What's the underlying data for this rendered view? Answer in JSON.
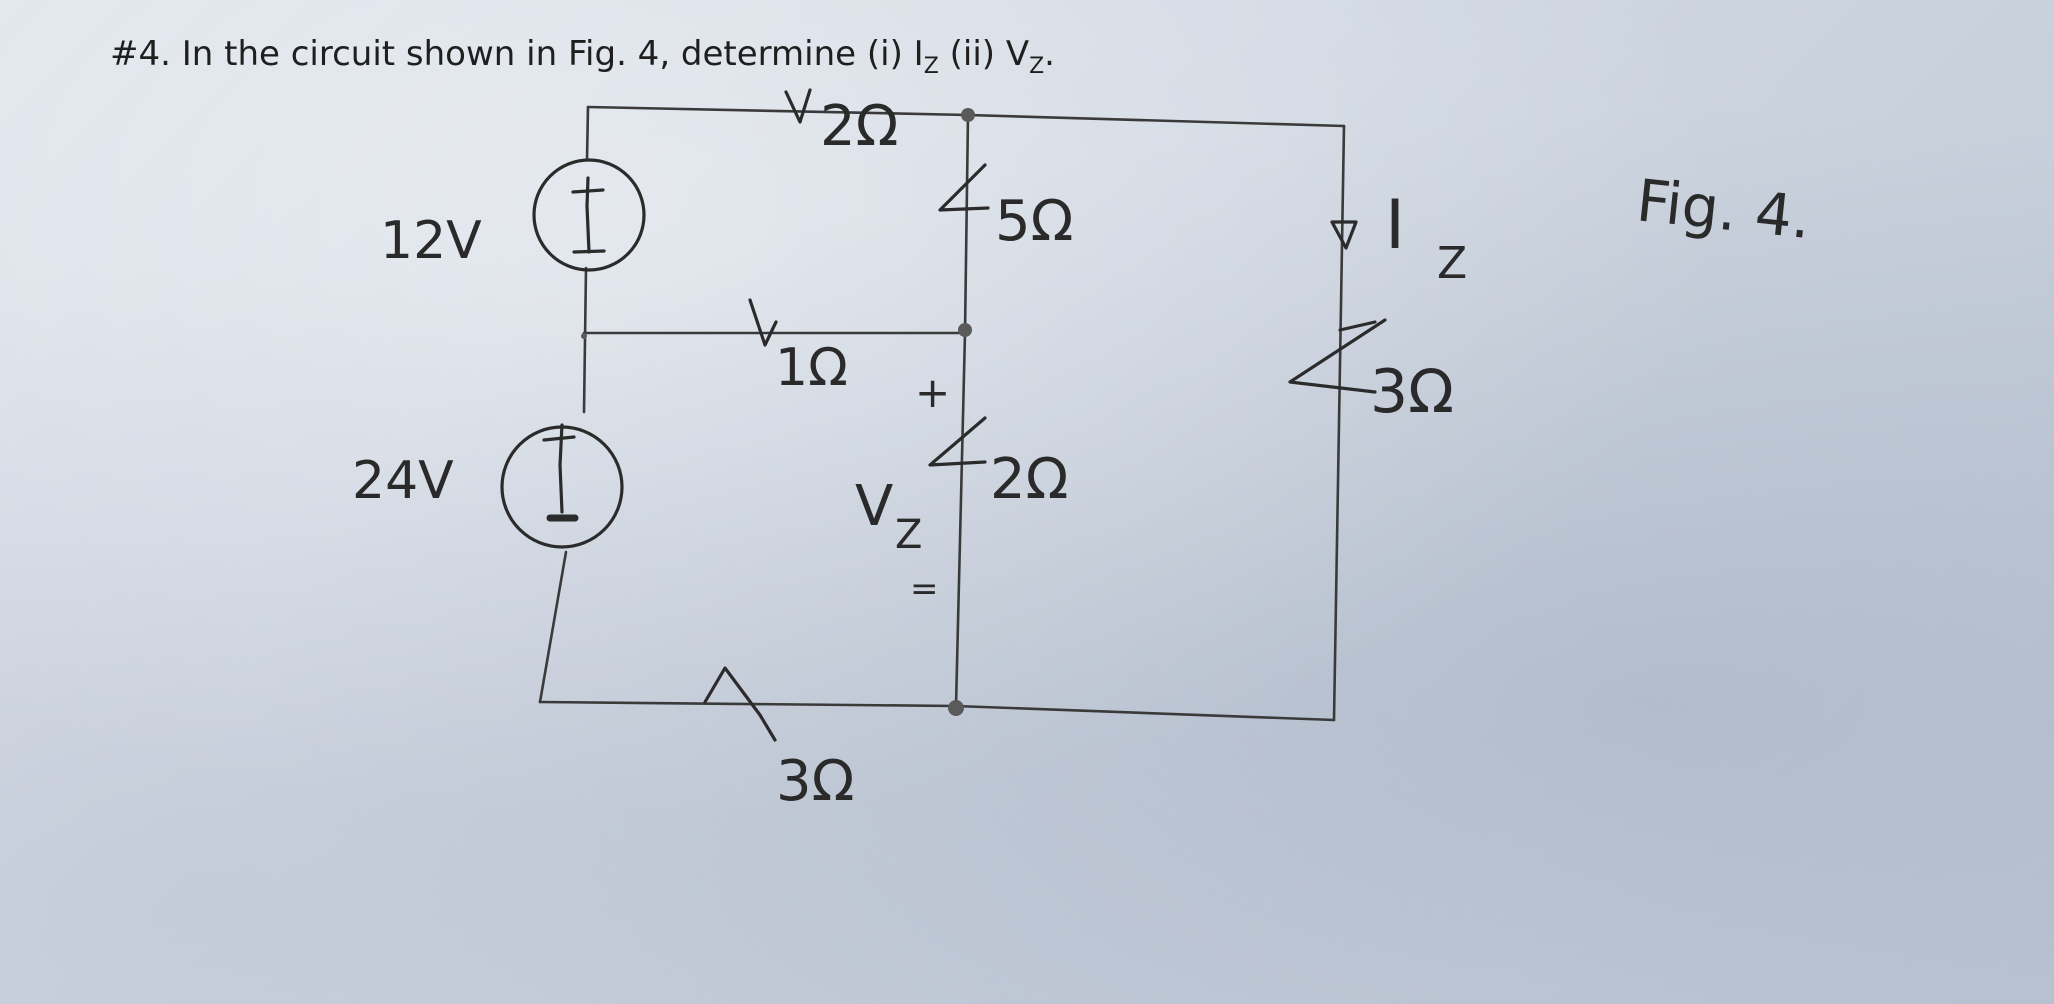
{
  "problem": {
    "text": "#4. In the circuit shown in Fig. 4, determine (i) I",
    "i_sub": "Z",
    "part_ii": " (ii) V",
    "v_sub": "Z",
    "end": "."
  },
  "figure_label": "Fig. 4.",
  "sources": [
    {
      "label": "12V",
      "plus": "+",
      "minus": "−"
    },
    {
      "label": "24V",
      "plus": "+",
      "minus": "−"
    }
  ],
  "resistors": {
    "r_top": "2Ω",
    "r_5": "5Ω",
    "r_1": "1Ω",
    "r_2": "2Ω",
    "r_3_right": "3Ω",
    "r_3_bottom": "3Ω"
  },
  "current_label": {
    "main": "I",
    "sub": "Z"
  },
  "voltage_label": {
    "main": "V",
    "sub": "Z",
    "plus": "+",
    "minus": "="
  }
}
